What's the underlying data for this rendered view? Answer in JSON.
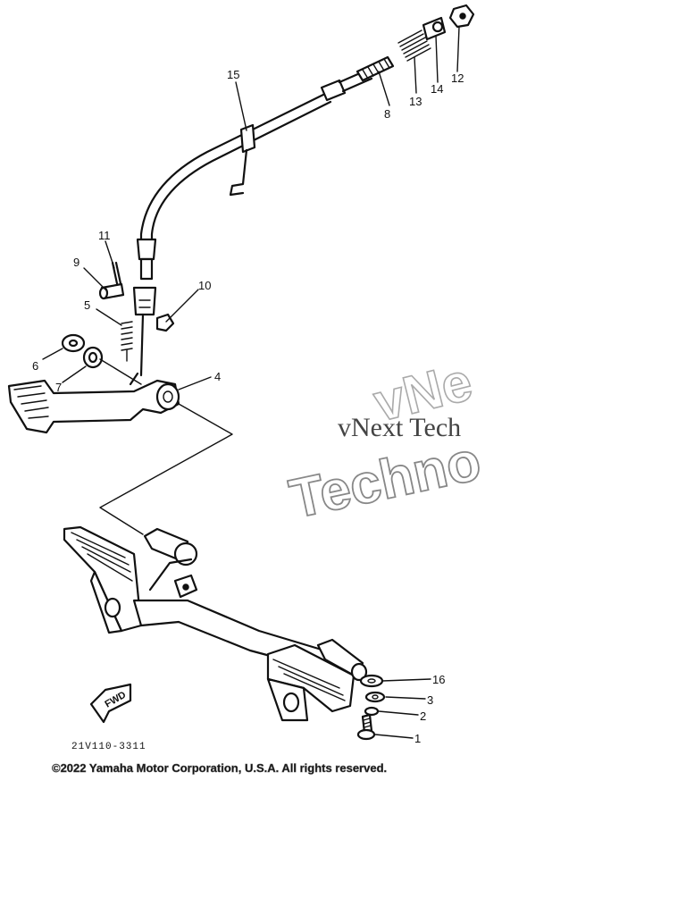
{
  "diagram": {
    "callouts": [
      "15",
      "8",
      "13",
      "14",
      "12",
      "11",
      "9",
      "10",
      "5",
      "6",
      "7",
      "4",
      "16",
      "3",
      "2",
      "1"
    ],
    "part_code": "21V110-3311",
    "direction_marker": "FWD",
    "copyright": "©2022 Yamaha Motor Corporation, U.S.A. All rights reserved.",
    "watermark": {
      "line1": "vNext Tech",
      "line2": "Techno",
      "line3": "vNe"
    }
  }
}
